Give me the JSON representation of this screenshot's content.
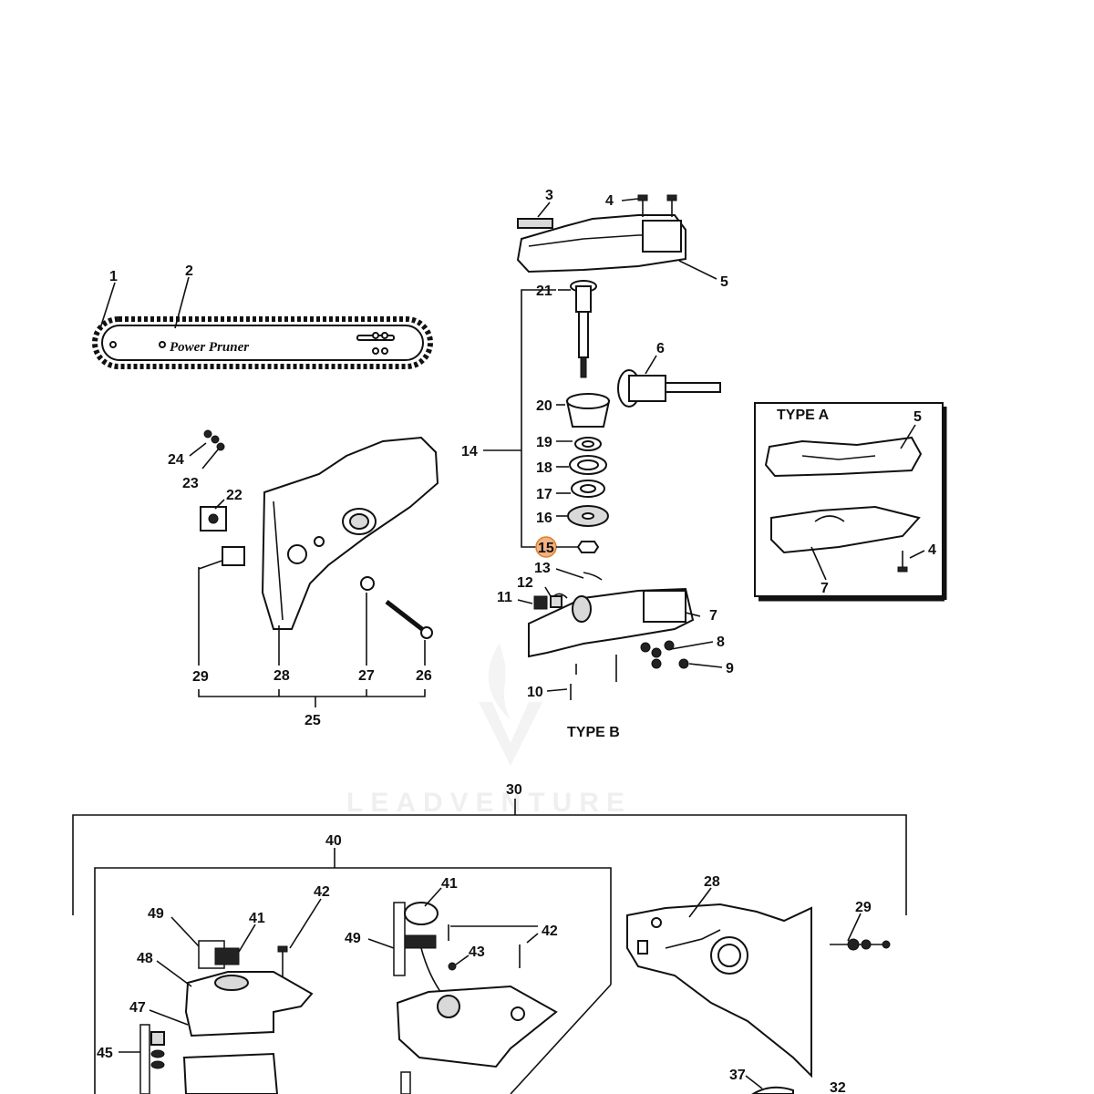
{
  "diagram": {
    "type_a_label": "TYPE A",
    "type_b_label": "TYPE B",
    "bar_brand": "Power Pruner",
    "watermark": "LEADVENTURE",
    "highlight_color": "#f4b183",
    "labels": {
      "p1": "1",
      "p2": "2",
      "p3": "3",
      "p4": "4",
      "p5": "5",
      "p6": "6",
      "p7": "7",
      "p8": "8",
      "p9": "9",
      "p10": "10",
      "p11": "11",
      "p12": "12",
      "p13": "13",
      "p14": "14",
      "p15": "15",
      "p16": "16",
      "p17": "17",
      "p18": "18",
      "p19": "19",
      "p20": "20",
      "p21": "21",
      "p22": "22",
      "p23": "23",
      "p24": "24",
      "p25": "25",
      "p26": "26",
      "p27": "27",
      "p28": "28",
      "p29": "29",
      "p30": "30",
      "p32": "32",
      "p37": "37",
      "p40": "40",
      "p41": "41",
      "p42": "42",
      "p43": "43",
      "p45": "45",
      "p47": "47",
      "p48": "48",
      "p49": "49"
    }
  }
}
